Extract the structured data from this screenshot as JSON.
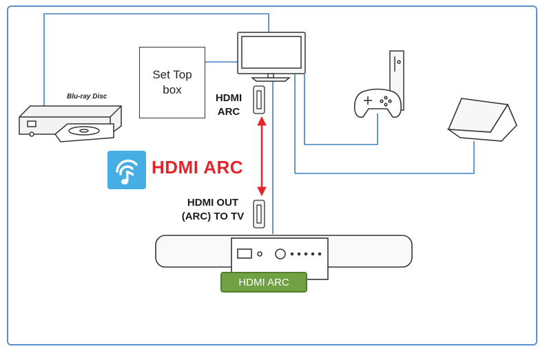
{
  "set_top_box": {
    "label": "Set Top box"
  },
  "bluray": {
    "logo": "Blu-ray Disc"
  },
  "hdmi_arc_tv_label": {
    "line1": "HDMI",
    "line2": "ARC"
  },
  "hdmi_out_label": {
    "line1": "HDMI OUT",
    "line2": "(ARC) TO TV"
  },
  "arc_title": "HDMI ARC",
  "soundbar_tag": "HDMI ARC",
  "colors": {
    "wire": "#3f7fc4",
    "arc_red": "#e3242b",
    "badge_blue": "#46aee4",
    "tag_green": "#70a243",
    "frame": "#5b8fc9"
  },
  "icons": [
    "bluray-player-icon",
    "tv-icon",
    "game-console-icon",
    "gamepad-icon",
    "laptop-icon",
    "hdmi-port-icon",
    "music-wifi-icon",
    "soundbar-icon"
  ]
}
